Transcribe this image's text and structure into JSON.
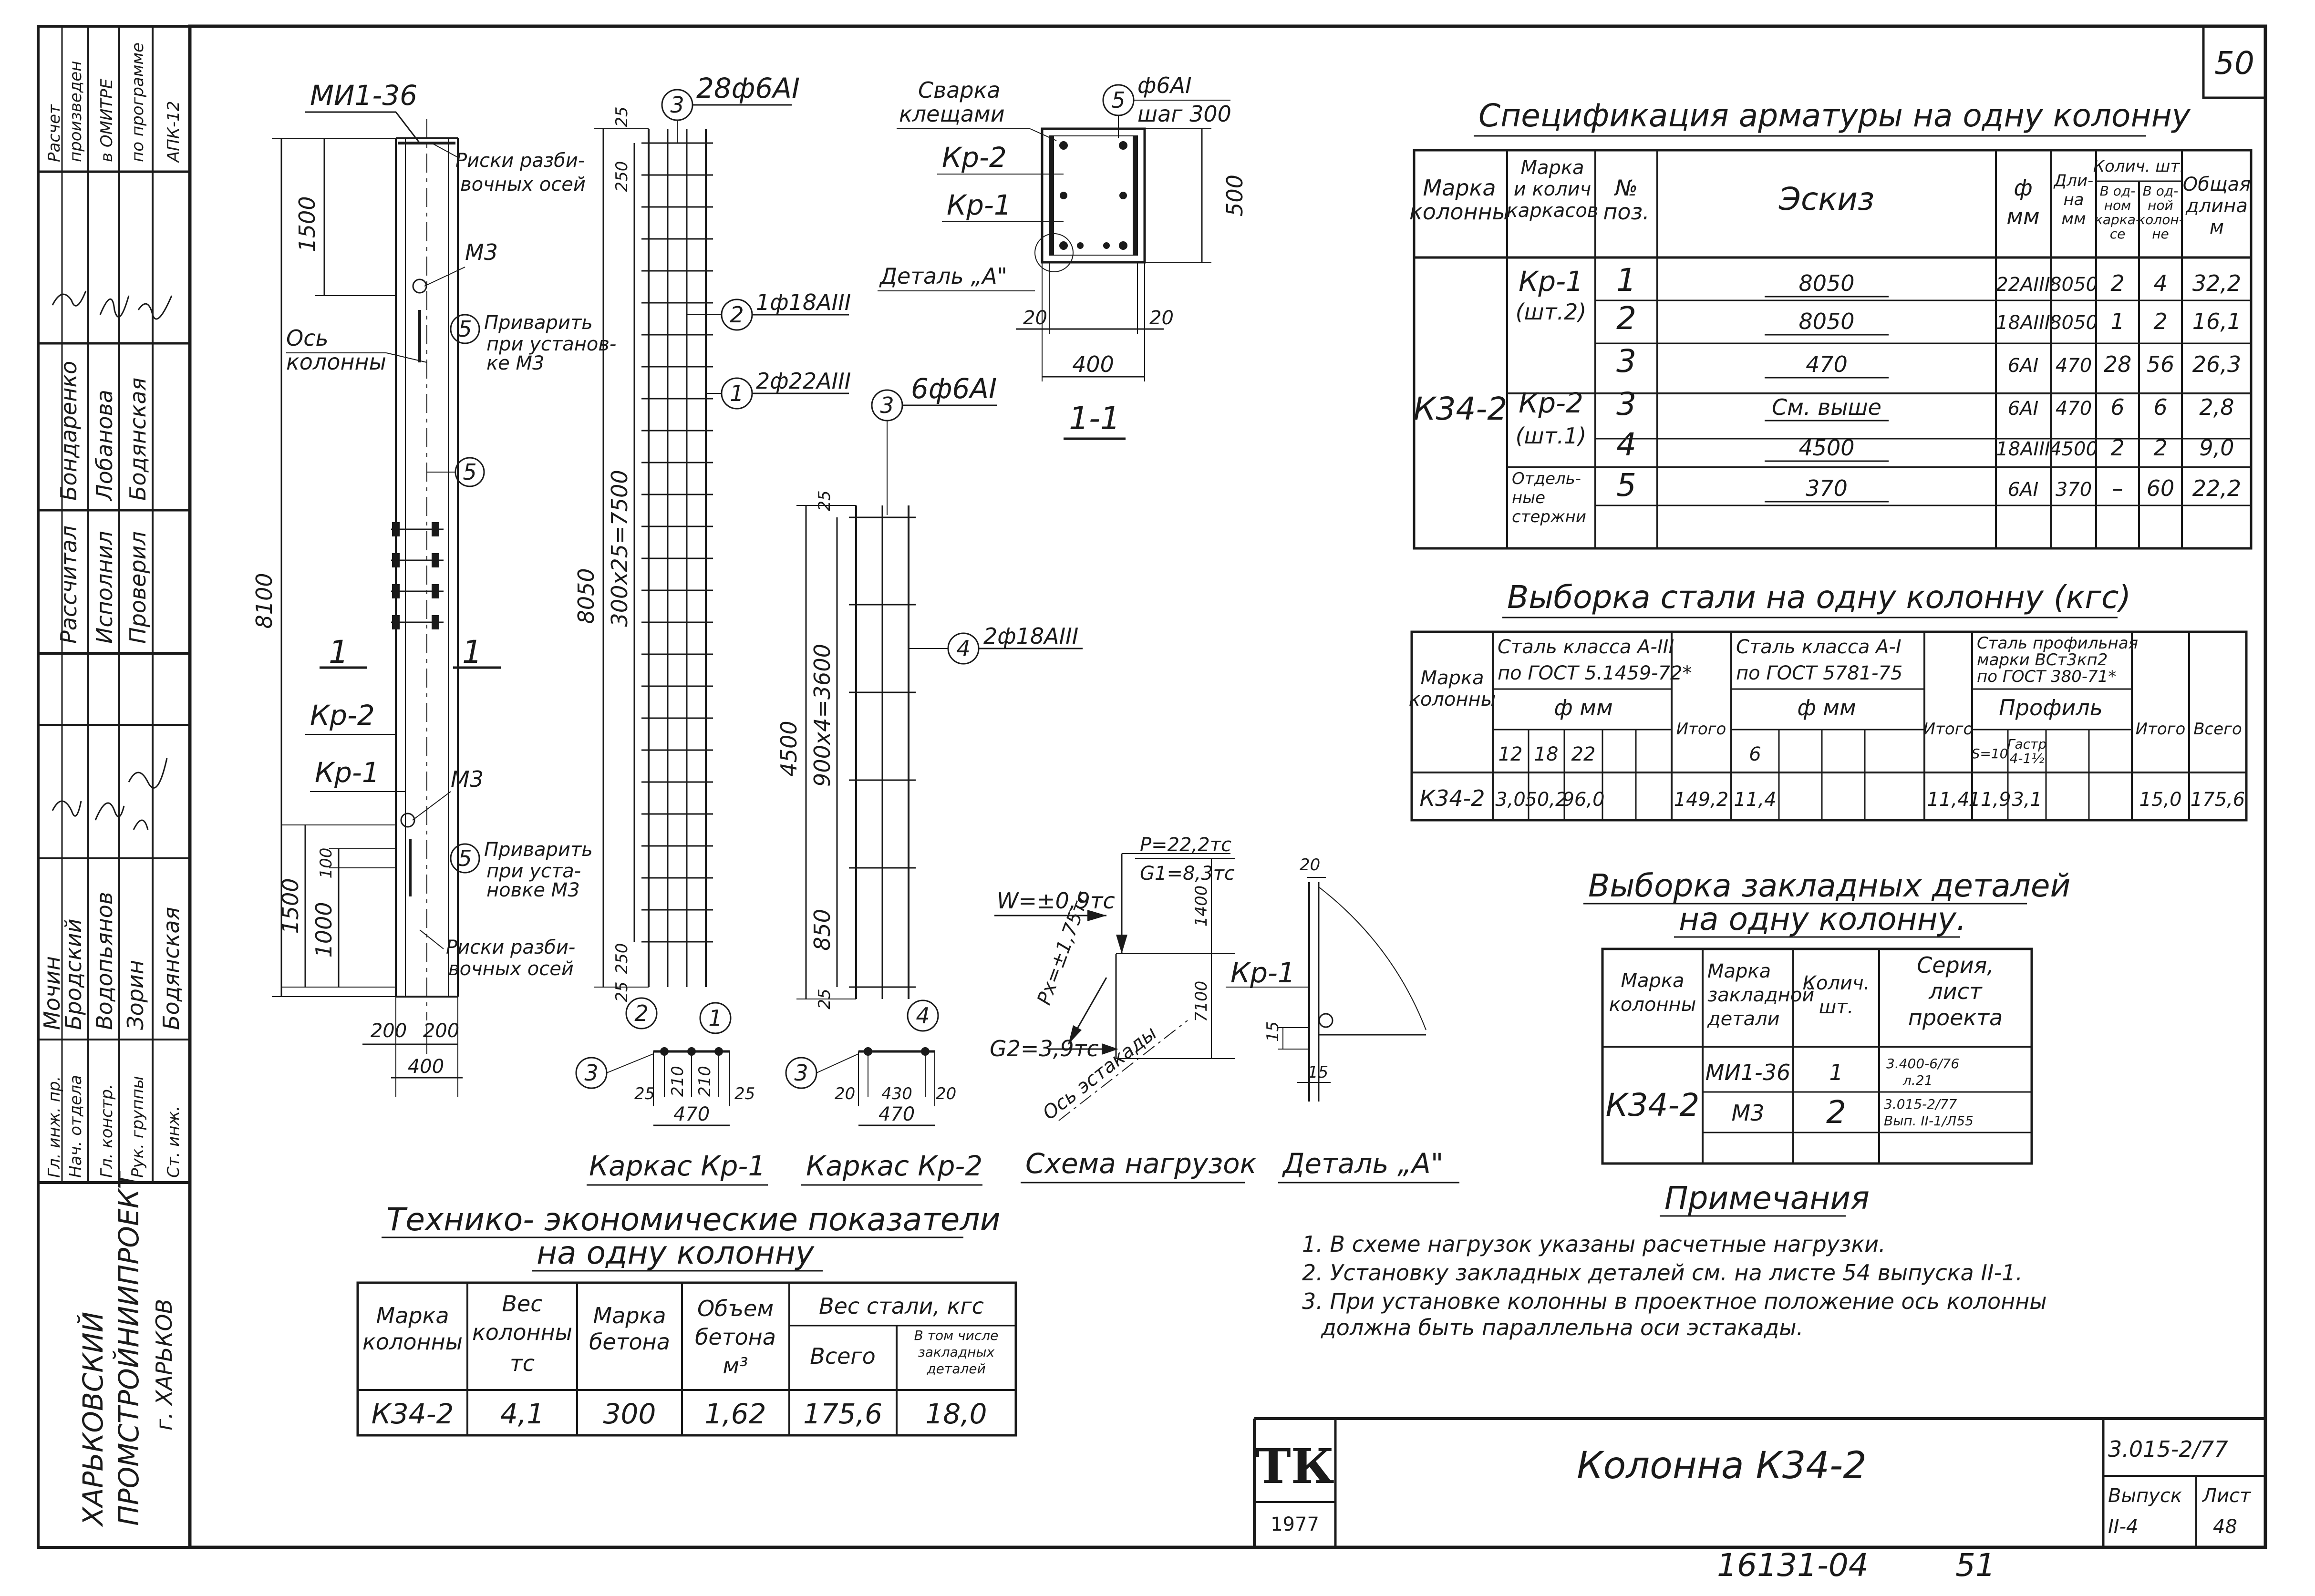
{
  "sheet": {
    "page_no": "50",
    "bottom_code": "16131-04",
    "bottom_page": "51"
  },
  "side_stamp": {
    "note_lines": [
      "Расчет",
      "произведен",
      "в ОМИТРЕ",
      "по программе",
      "АПК-12"
    ],
    "roles_top": [
      "Рассчитал",
      "Исполнил",
      "Проверил"
    ],
    "names_top": [
      "Бондаренко",
      "Лобанова",
      "Бодянская"
    ],
    "roles_bottom": [
      "Гл. инж. пр.",
      "Нач. отдела",
      "Гл. констр.",
      "Рук. группы",
      "Ст. инж."
    ],
    "names_bottom": [
      "Мочин",
      "Бродский",
      "Водопьянов",
      "Зорин",
      "Бодянская"
    ],
    "org_lines": [
      "ХАРЬКОВСКИЙ",
      "ПРОМСТРОЙНИИПРОЕКТ",
      "г. ХАРЬКОВ"
    ]
  },
  "column_elevation": {
    "mark_top": "МИ1-36",
    "dim_total": "8100",
    "dim_top": "1500",
    "dim_bot_1500": "1500",
    "dim_bot_1000": "1000",
    "dim_bot_100": "100",
    "dim_w1": "200",
    "dim_w2": "200",
    "dim_w3": "400",
    "risk_top": "Риски разби-вочных осей",
    "m3_top": "М3",
    "axis_label": "Ось колонны",
    "weld_top": "Приварить при установ-ке М3",
    "pos5": "5",
    "section_1a": "1",
    "section_1b": "1",
    "kr2": "Кр-2",
    "kr1": "Кр-1",
    "m3_bot": "М3",
    "weld_bot": "Приварить при уста-новке М3",
    "risk_bot": "Риски разби-вочных осей"
  },
  "cage_kr1": {
    "callout3": "3",
    "rebar3": "28ф6АI",
    "callout2": "2",
    "rebar2": "1ф18АIII",
    "callout1": "1",
    "rebar1": "2ф22АIII",
    "dim_total": "8050",
    "dim_pitch": "300х25=7500",
    "dim_top_250": "250",
    "dim_top_25": "25",
    "dim_bot_250": "250",
    "dim_bot_25": "25",
    "sec_2": "2",
    "sec_1": "1",
    "sec_3": "3",
    "sec_d1": "25",
    "sec_d2": "210",
    "sec_d3": "210",
    "sec_d4": "25",
    "sec_w": "470",
    "caption": "Каркас Кр-1"
  },
  "cage_kr2": {
    "callout3": "3",
    "rebar3": "6ф6АI",
    "callout4": "4",
    "rebar4": "2ф18АIII",
    "dim_total": "4500",
    "dim_pitch": "900х4=3600",
    "dim_850": "850",
    "dim_25_top": "25",
    "dim_25_bot": "25",
    "sec_3": "3",
    "sec_4": "4",
    "sec_d1": "20",
    "sec_d2": "430",
    "sec_d3": "20",
    "sec_w": "470",
    "caption": "Каркас Кр-2"
  },
  "section_11": {
    "welding": "Сварка клещами",
    "kr2": "Кр-2",
    "kr1": "Кр-1",
    "detail": "Деталь „А\"",
    "callout5": "5",
    "rebar5": "ф6АI",
    "step": "шаг 300",
    "dim_h": "500",
    "dim_l": "20",
    "dim_r": "20",
    "dim_w": "400",
    "title": "1-1"
  },
  "load_scheme": {
    "p": "P=22,2тс",
    "g1": "G1=8,3тс",
    "w": "W=±0,9тс",
    "dim_1400": "1400",
    "dim_7100": "7100",
    "px": "Px=±1,75тс",
    "g2": "G2=3,9тс",
    "axis": "Ось эстакады",
    "caption": "Схема нагрузок"
  },
  "detail_a": {
    "dim_top": "20",
    "kr1": "Кр-1",
    "dim_15a": "15",
    "dim_15b": "15",
    "caption": "Деталь „А\""
  },
  "spec_table": {
    "title": "Спецификация арматуры на одну колонну",
    "headers": [
      "Марка колонны",
      "Марка и колич каркасов",
      "№ поз.",
      "Эскиз",
      "ф мм",
      "Длина мм",
      "Колич. шт.",
      "В одном каркасе",
      "В одной колонне",
      "Общая длина м"
    ],
    "column_mark": "К34-2",
    "groups": [
      {
        "label": "Кр-1 (шт.2)"
      },
      {
        "label": "Кр-2 (шт.1)"
      },
      {
        "label": "Отдель-ные стержни"
      }
    ],
    "rows": [
      {
        "pos": "1",
        "sketch": "8050",
        "d": "22АIII",
        "len": "8050",
        "n1": "2",
        "n2": "4",
        "total": "32,2"
      },
      {
        "pos": "2",
        "sketch": "8050",
        "d": "18АIII",
        "len": "8050",
        "n1": "1",
        "n2": "2",
        "total": "16,1"
      },
      {
        "pos": "3",
        "sketch": "470",
        "d": "6АI",
        "len": "470",
        "n1": "28",
        "n2": "56",
        "total": "26,3"
      },
      {
        "pos": "3",
        "sketch": "См. выше",
        "d": "6АI",
        "len": "470",
        "n1": "6",
        "n2": "6",
        "total": "2,8"
      },
      {
        "pos": "4",
        "sketch": "4500",
        "d": "18АIII",
        "len": "4500",
        "n1": "2",
        "n2": "2",
        "total": "9,0"
      },
      {
        "pos": "5",
        "sketch": "370",
        "d": "6АI",
        "len": "370",
        "n1": "–",
        "n2": "60",
        "total": "22,2"
      }
    ]
  },
  "steel_table": {
    "title": "Выборка стали на одну колонну (кгс)",
    "h_mark": "Марка колонны",
    "h_a3": "Сталь класса А-III по ГОСТ 5.1459-72*",
    "h_a1": "Сталь класса А-I по ГОСТ 5781-75",
    "h_prof": "Сталь профильная марки ВСт3кп2 по ГОСТ 380-71*",
    "h_fmm1": "ф мм",
    "h_fmm2": "ф мм",
    "h_profile": "Профиль",
    "h_itogo1": "Итого",
    "h_itogo2": "Итого",
    "h_itogo3": "Итого",
    "h_total": "Всего",
    "h_12": "12",
    "h_18": "18",
    "h_22": "22",
    "h_6": "6",
    "h_s10": "S=10",
    "h_gastr": "Гастр 4-1½",
    "mark": "К34-2",
    "v12": "3,0",
    "v18": "50,2",
    "v22": "96,0",
    "it1": "149,2",
    "v6": "11,4",
    "it2": "11,4",
    "vs10": "11,9",
    "vg": "3,1",
    "it3": "15,0",
    "total": "175,6"
  },
  "embed_table": {
    "title1": "Выборка закладных деталей",
    "title2": "на одну колонну.",
    "headers": [
      "Марка колонны",
      "Марка закладной детали",
      "Колич. шт.",
      "Серия, лист проекта"
    ],
    "mark": "К34-2",
    "rows": [
      {
        "part": "МИ1-36",
        "qty": "1",
        "series": "3.400-6/76 л.21"
      },
      {
        "part": "М3",
        "qty": "2",
        "series": "3.015-2/77 Вып. II-1/Л55"
      }
    ]
  },
  "notes": {
    "title": "Примечания",
    "items": [
      "1. В схеме нагрузок указаны расчетные нагрузки.",
      "2. Установку закладных деталей см. на листе 54 выпуска II-1.",
      "3. При установке колонны в проектное положение ось колонны",
      "должна быть параллельна оси эстакады."
    ]
  },
  "tep_table": {
    "title1": "Технико- экономические показатели",
    "title2": "на одну колонну",
    "headers": [
      "Марка колонны",
      "Вес колонны тс",
      "Марка бетона",
      "Объем бетона м³",
      "Вес стали, кгс",
      "Всего",
      "В том числе закладных деталей"
    ],
    "row": {
      "mark": "К34-2",
      "weight": "4,1",
      "concrete": "300",
      "volume": "1,62",
      "steel": "175,6",
      "embedded": "18,0"
    }
  },
  "title_block": {
    "logo": "ТК",
    "year": "1977",
    "title": "Колонна К34-2",
    "series": "3.015-2/77",
    "issue_label": "Выпуск",
    "issue": "II-4",
    "sheet_label": "Лист",
    "sheet": "48"
  }
}
